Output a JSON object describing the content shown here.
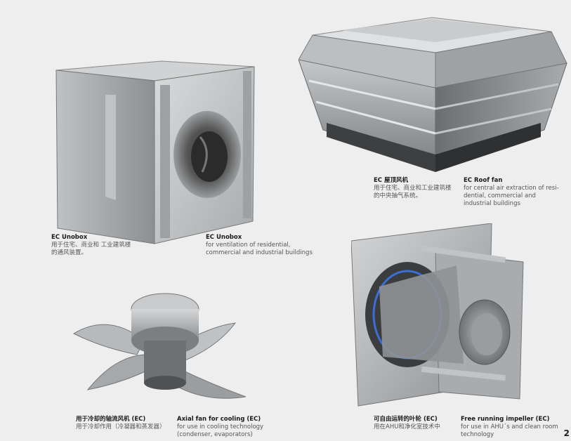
{
  "products": [
    {
      "zh_title": "",
      "zh_desc": "",
      "en_title": "EC Unobox",
      "en_desc": "for ventilation of residential, commercial and industrial buildings",
      "zh_title_short": "EC Unobox",
      "zh_desc_short": "用于住宅、商业和 工业建筑楼的通风装置。"
    },
    {
      "zh_title": "EC 屋顶风机",
      "zh_desc": "用于住宅、商业和工业建筑楼 的中央抽气系统。",
      "en_title": "EC Roof fan",
      "en_desc": "for central air extraction of resi- dential, commercial and industrial buildings"
    },
    {
      "zh_title": "用于冷却的轴流风机 (EC)",
      "zh_desc": "用于冷却作用（冷凝器和蒸发器）",
      "en_title": "Axial fan for cooling (EC)",
      "en_desc": "for use in cooling technology (condenser, evaporators)"
    },
    {
      "zh_title": "可自由运转的叶轮 (EC)",
      "zh_desc": "用在AHU和净化室技术中",
      "en_title": "Free running impeller (EC)",
      "en_desc": "for use in AHU´s and clean room technology"
    }
  ],
  "page_number": "2"
}
